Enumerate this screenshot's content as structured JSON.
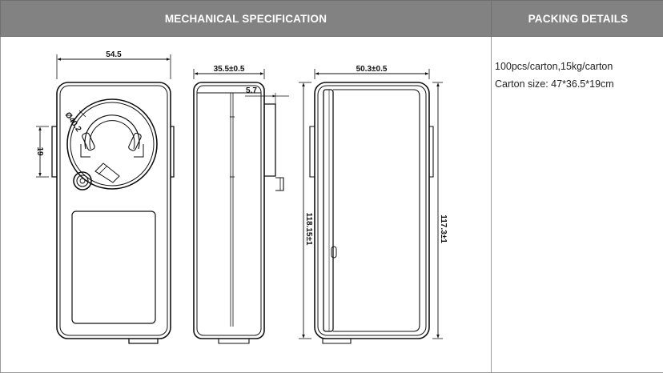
{
  "table": {
    "header_mechanical": "MECHANICAL SPECIFICATION",
    "header_packing": "PACKING DETAILS"
  },
  "packing": {
    "line1": "100pcs/carton,15kg/carton",
    "line2": "Carton size: 47*36.5*19cm"
  },
  "drawing": {
    "front_width": "54.5",
    "hole_diameter": "Ø40.2",
    "side_offset": "19",
    "side_depth": "35.5±0.5",
    "side_protrusion": "5.7",
    "back_width": "50.3±0.5",
    "back_height_left": "118.15±1",
    "back_height_right": "117.3±1"
  },
  "colors": {
    "header_bg": "#828282",
    "header_text": "#ffffff",
    "line": "#111111"
  }
}
